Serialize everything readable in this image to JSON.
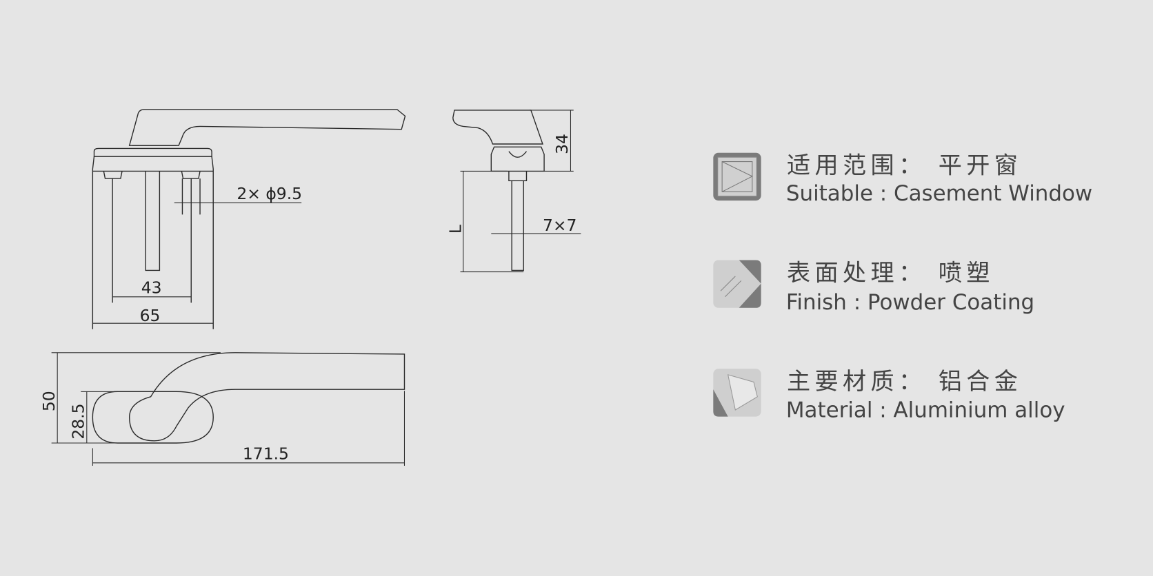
{
  "dimensions": {
    "holes": "2× ϕ9.5",
    "hole_spacing": "43",
    "base_width": "65",
    "height_side": "34",
    "length_label": "L",
    "spindle": "7×7",
    "overall_height": "50",
    "base_height": "28.5",
    "overall_length": "171.5"
  },
  "specs": [
    {
      "icon": "window-icon",
      "zh": "适用范围：  平开窗",
      "en": "Suitable : Casement Window"
    },
    {
      "icon": "finish-icon",
      "zh": "表面处理：  喷塑",
      "en": "Finish : Powder Coating"
    },
    {
      "icon": "material-icon",
      "zh": "主要材质：  铝合金",
      "en": "Material : Aluminium alloy"
    }
  ]
}
